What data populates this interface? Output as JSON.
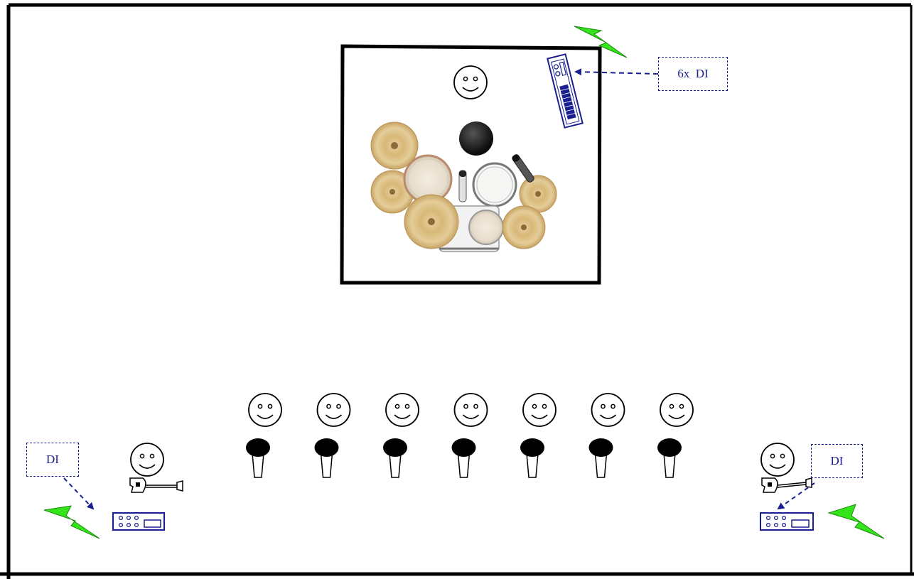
{
  "labels": {
    "drum_di": "6x  DI",
    "left_di": "DI",
    "right_di": "DI"
  },
  "singer_count": 7,
  "colors": {
    "outline": "#000000",
    "di_blue": "#1a1f8f",
    "power_green": "#33e51a"
  },
  "icons": {
    "power": "lightning-bolt-icon",
    "performer": "smiley-face-icon",
    "microphone": "vocal-mic-icon",
    "di_box": "di-box-icon",
    "guitar": "guitar-icon",
    "drum_kit": "drum-kit-icon",
    "rack": "stagebox-rack-icon"
  }
}
